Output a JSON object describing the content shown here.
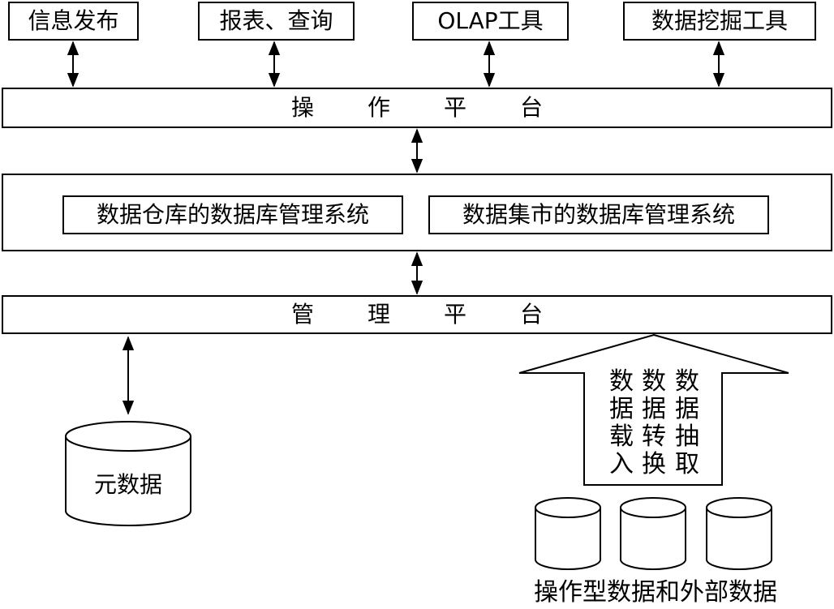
{
  "tools": [
    {
      "label": "信息发布"
    },
    {
      "label": "报表、查询"
    },
    {
      "label": "OLAP工具"
    },
    {
      "label": "数据挖掘工具"
    }
  ],
  "operation_platform": {
    "chars": [
      "操",
      "作",
      "平",
      "台"
    ]
  },
  "dbms": {
    "warehouse": "数据仓库的数据库管理系统",
    "mart": "数据集市的数据库管理系统"
  },
  "management_platform": {
    "chars": [
      "管",
      "理",
      "平",
      "台"
    ]
  },
  "metadata": {
    "label": "元数据"
  },
  "etl": {
    "columns": [
      {
        "chars": [
          "数",
          "据",
          "载",
          "入"
        ]
      },
      {
        "chars": [
          "数",
          "据",
          "转",
          "换"
        ]
      },
      {
        "chars": [
          "数",
          "据",
          "抽",
          "取"
        ]
      }
    ]
  },
  "sources": {
    "caption": "操作型数据和外部数据"
  }
}
